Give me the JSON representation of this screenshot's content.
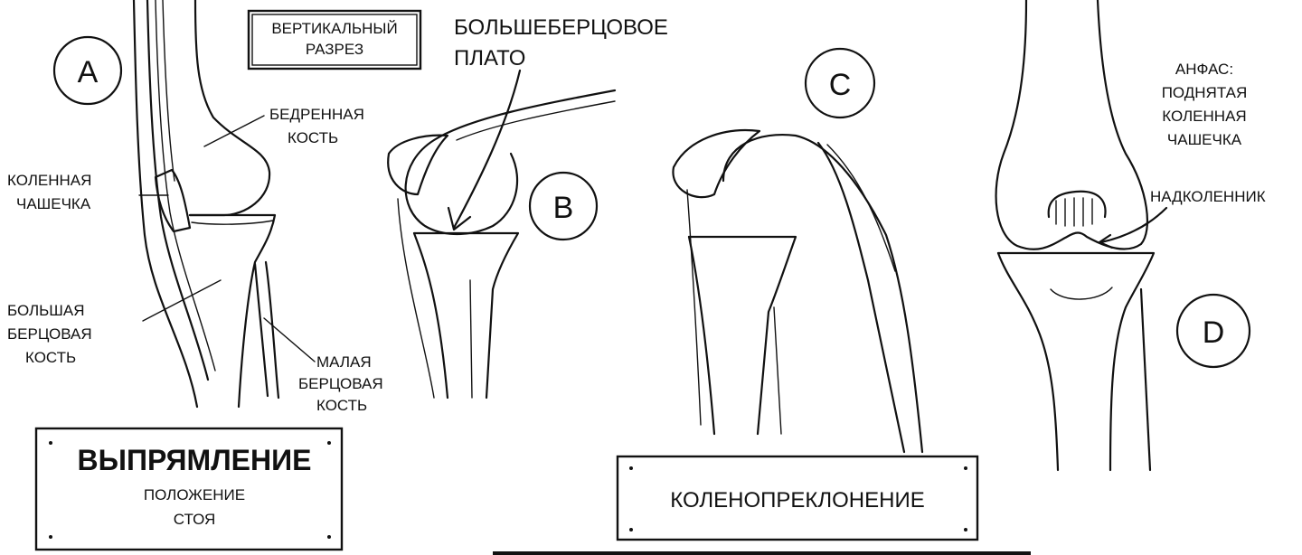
{
  "panels": {
    "a": {
      "letter": "A",
      "section_label": [
        "ВЕРТИКАЛЬНЫЙ",
        "РАЗРЕЗ"
      ],
      "femur": [
        "БЕДРЕННАЯ",
        "КОСТЬ"
      ],
      "patella": [
        "КОЛЕННАЯ",
        "ЧАШЕЧКА"
      ],
      "tibia": [
        "БОЛЬШАЯ",
        "БЕРЦОВАЯ",
        "КОСТЬ"
      ],
      "fibula": [
        "МАЛАЯ",
        "БЕРЦОВАЯ",
        "КОСТЬ"
      ],
      "caption_title": "ВЫПРЯМЛЕНИЕ",
      "caption_sub": [
        "ПОЛОЖЕНИЕ",
        "СТОЯ"
      ]
    },
    "b": {
      "letter": "B",
      "plateau": [
        "БОЛЬШЕБЕРЦОВОЕ",
        "ПЛАТО"
      ]
    },
    "c": {
      "letter": "C",
      "caption": "КОЛЕНОПРЕКЛОНЕНИЕ"
    },
    "d": {
      "letter": "D",
      "front_view": [
        "АНФАС:",
        "ПОДНЯТАЯ",
        "КОЛЕННАЯ",
        "ЧАШЕЧКА"
      ],
      "kneecap": "НАДКОЛЕННИК"
    }
  }
}
